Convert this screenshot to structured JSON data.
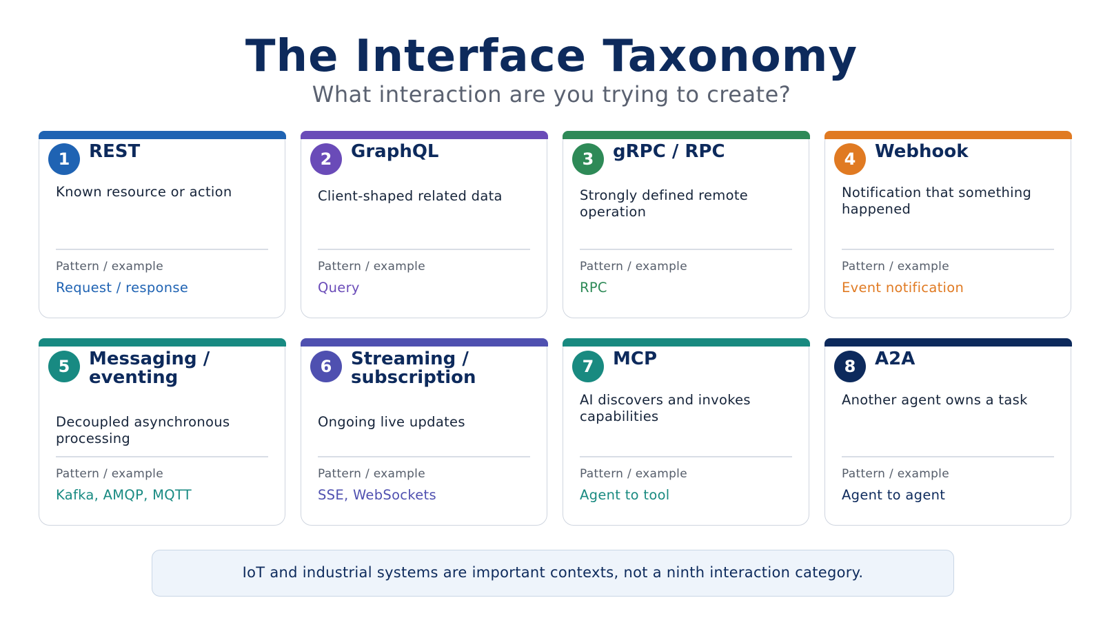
{
  "header": {
    "title": "The Interface Taxonomy",
    "subtitle": "What interaction are you trying to create?"
  },
  "cards": [
    {
      "number": "1",
      "name": "REST",
      "description": "Known resource or action",
      "pattern_label": "Pattern / example",
      "pattern_value": "Request / response",
      "color": "#1f63b3"
    },
    {
      "number": "2",
      "name": "GraphQL",
      "description": "Client-shaped related data",
      "pattern_label": "Pattern / example",
      "pattern_value": "Query",
      "color": "#6a4bb8"
    },
    {
      "number": "3",
      "name": "gRPC / RPC",
      "description": "Strongly defined remote operation",
      "pattern_label": "Pattern / example",
      "pattern_value": "RPC",
      "color": "#2e8a57"
    },
    {
      "number": "4",
      "name": "Webhook",
      "description": "Notification that something happened",
      "pattern_label": "Pattern / example",
      "pattern_value": "Event notification",
      "color": "#e07a22"
    },
    {
      "number": "5",
      "name": "Messaging / eventing",
      "description": "Decoupled asynchronous processing",
      "pattern_label": "Pattern / example",
      "pattern_value": "Kafka, AMQP, MQTT",
      "color": "#188a82"
    },
    {
      "number": "6",
      "name": "Streaming / subscription",
      "description": "Ongoing live updates",
      "pattern_label": "Pattern / example",
      "pattern_value": "SSE, WebSockets",
      "color": "#4f50b0"
    },
    {
      "number": "7",
      "name": "MCP",
      "description": "AI discovers and invokes capabilities",
      "pattern_label": "Pattern / example",
      "pattern_value": "Agent to tool",
      "color": "#198a80"
    },
    {
      "number": "8",
      "name": "A2A",
      "description": "Another agent owns a task",
      "pattern_label": "Pattern / example",
      "pattern_value": "Agent to agent",
      "color": "#0d2a5c"
    }
  ],
  "footer": {
    "note": "IoT and industrial systems are important contexts, not a ninth interaction category."
  }
}
